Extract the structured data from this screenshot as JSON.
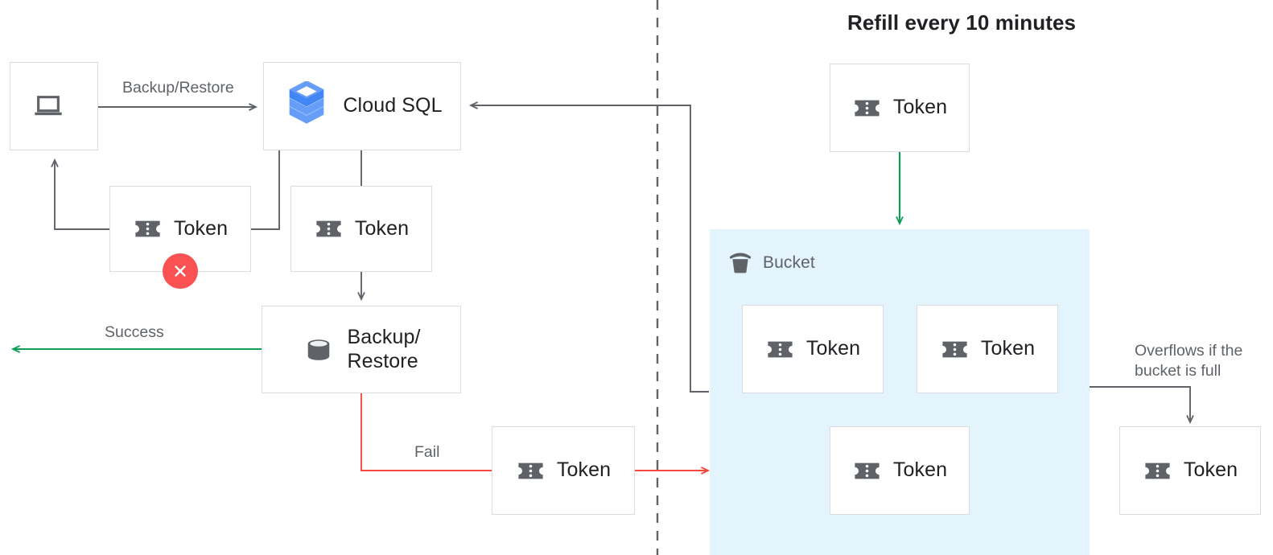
{
  "title": "Refill every 10 minutes",
  "colors": {
    "node_border": "#dadce0",
    "bucket_fill": "#e3f4fd",
    "edge_gray": "#5f6368",
    "edge_green": "#0f9d58",
    "edge_red": "#f4493c",
    "fail_badge": "#fa5252",
    "token_icon": "#5f6368",
    "label_text": "#5f6368",
    "node_text": "#202124",
    "cloudsql_blue_dark": "#4285f4",
    "cloudsql_blue_mid": "#8ab4f8",
    "cloudsql_blue_light": "#c3d9fd"
  },
  "nodes": {
    "client": {
      "label": "",
      "icon": "laptop-icon"
    },
    "cloud_sql": {
      "label": "Cloud SQL",
      "icon": "cloud-sql-icon"
    },
    "token_failed": {
      "label": "Token",
      "icon": "token-icon",
      "badge": "fail-x-badge"
    },
    "token_consumed": {
      "label": "Token",
      "icon": "token-icon"
    },
    "backup_restore": {
      "label": "Backup/\nRestore",
      "icon": "database-icon"
    },
    "token_fail_return": {
      "label": "Token",
      "icon": "token-icon"
    },
    "token_refill": {
      "label": "Token",
      "icon": "token-icon"
    },
    "bucket_token_1": {
      "label": "Token",
      "icon": "token-icon"
    },
    "bucket_token_2": {
      "label": "Token",
      "icon": "token-icon"
    },
    "bucket_token_3": {
      "label": "Token",
      "icon": "token-icon"
    },
    "token_overflow": {
      "label": "Token",
      "icon": "token-icon"
    }
  },
  "bucket": {
    "label": "Bucket",
    "icon": "bucket-icon"
  },
  "edge_labels": {
    "backup_restore": "Backup/Restore",
    "success": "Success",
    "fail": "Fail",
    "overflow": "Overflows if the\nbucket is full"
  }
}
